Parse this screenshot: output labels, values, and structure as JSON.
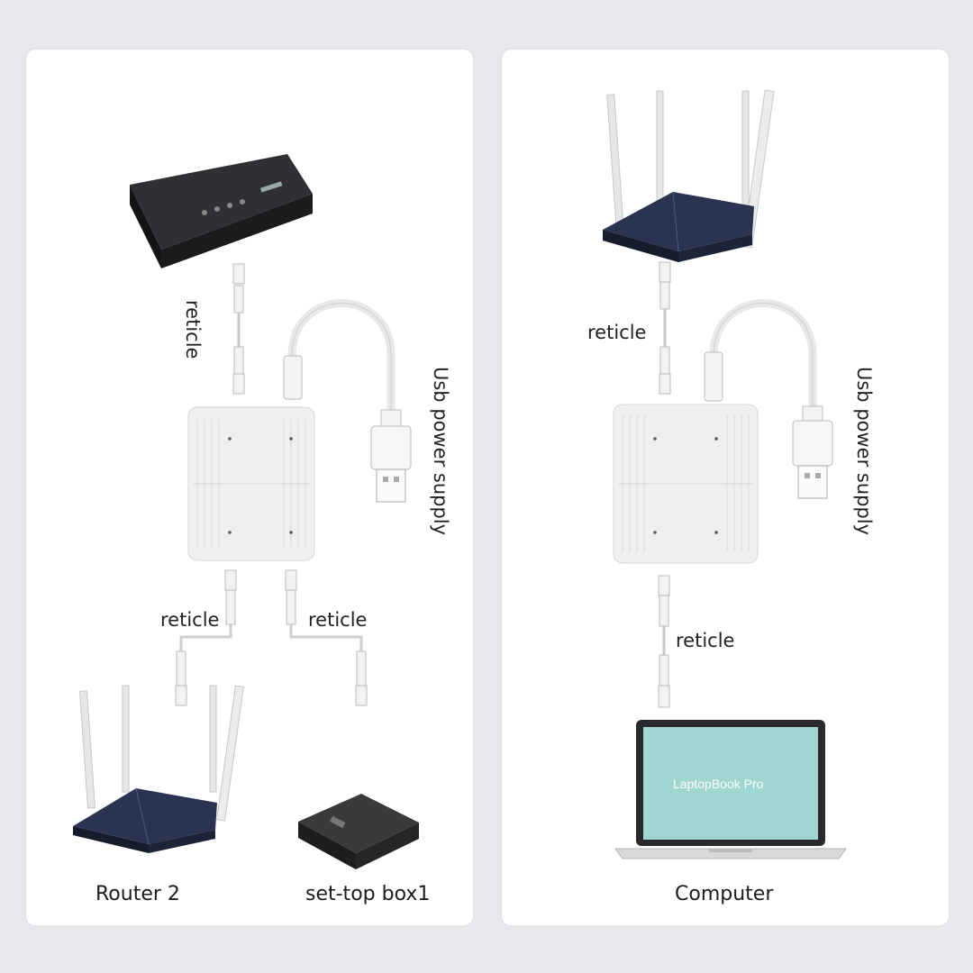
{
  "left_panel": {
    "label_cable_top": "reticle",
    "label_usb": "Usb power supply",
    "label_cable_left": "reticle",
    "label_cable_right": "reticle",
    "caption_router": "Router 2",
    "caption_settop": "set-top box1"
  },
  "right_panel": {
    "label_cable_top": "reticle",
    "label_usb": "Usb power supply",
    "label_cable_bottom": "reticle",
    "laptop_screen_text": "LaptopBook Pro",
    "caption_computer": "Computer"
  },
  "colors": {
    "background": "#e7e9ec",
    "panel": "#ffffff",
    "modem": "#1f1f22",
    "router_body": "#2a3450",
    "antenna": "#e4e4e4",
    "switch_body": "#eeeeee",
    "settop": "#262626",
    "laptop_screen": "#9fd6d2"
  }
}
